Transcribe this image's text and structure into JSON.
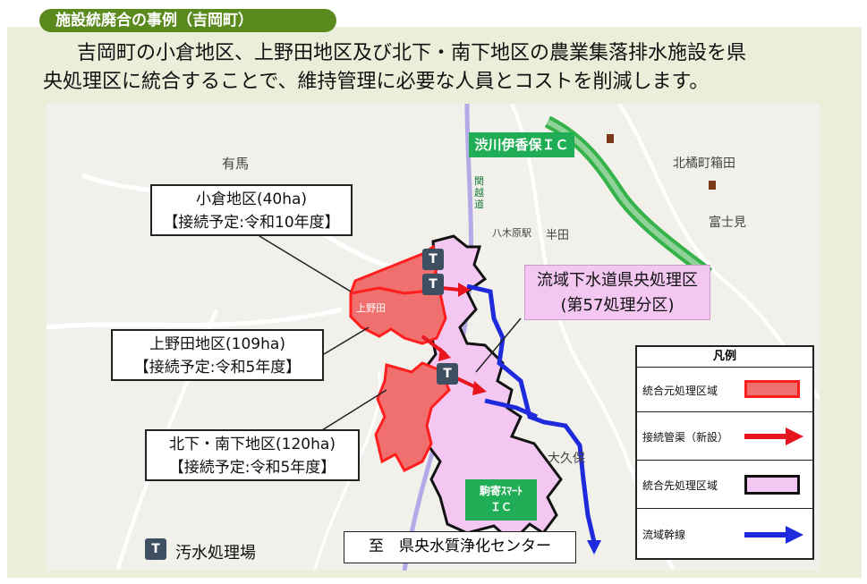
{
  "header": {
    "badge": "施設統廃合の事例（吉岡町）"
  },
  "intro": {
    "line1": "吉岡町の小倉地区、上野田地区及び北下・南下地区の農業集落排水施設を県",
    "line2": "央処理区に統合することで、維持管理に必要な人員とコストを削減します。"
  },
  "map": {
    "labels": {
      "ogura_name": "小倉地区(40ha)",
      "ogura_plan": "【接続予定:令和10年度】",
      "uenoda_name": "上野田地区(109ha)",
      "uenoda_plan": "【接続予定:令和5年度】",
      "kitashita_name": "北下・南下地区(120ha)",
      "kitashita_plan": "【接続予定:令和5年度】",
      "central_name": "流域下水道県央処理区",
      "central_sub": "(第57処理分区)"
    },
    "ic": {
      "shibukawa": "渋川伊香保ＩＣ",
      "komayose_1": "駒寄ｽﾏｰﾄ",
      "komayose_2": "ＩＣ"
    },
    "place_names": {
      "arima": "有馬",
      "kitahashi": "北橘町箱田",
      "fujimi": "富士見",
      "yagihara": "八木原駅",
      "handa": "半田",
      "ookubo": "大久保",
      "kanetsu": "関越道",
      "uenoda_small": "上野田"
    },
    "treatment_marker": "T",
    "treatment_legend": "汚水処理場",
    "destination": "至　県央水質浄化センター"
  },
  "legend": {
    "title": "凡例",
    "items": [
      {
        "label": "統合元処理区域"
      },
      {
        "label": "接続管渠（新設）"
      },
      {
        "label": "統合先処理区域"
      },
      {
        "label": "流域幹線"
      }
    ]
  },
  "colors": {
    "badge_bg": "#5a8a1e",
    "panel_bg": "#e9efd9",
    "source_area": "#f07070",
    "target_area": "#f3c7f2",
    "new_pipe": "#e8141e",
    "trunk": "#1e2adc",
    "ic_green": "#1fae55"
  }
}
